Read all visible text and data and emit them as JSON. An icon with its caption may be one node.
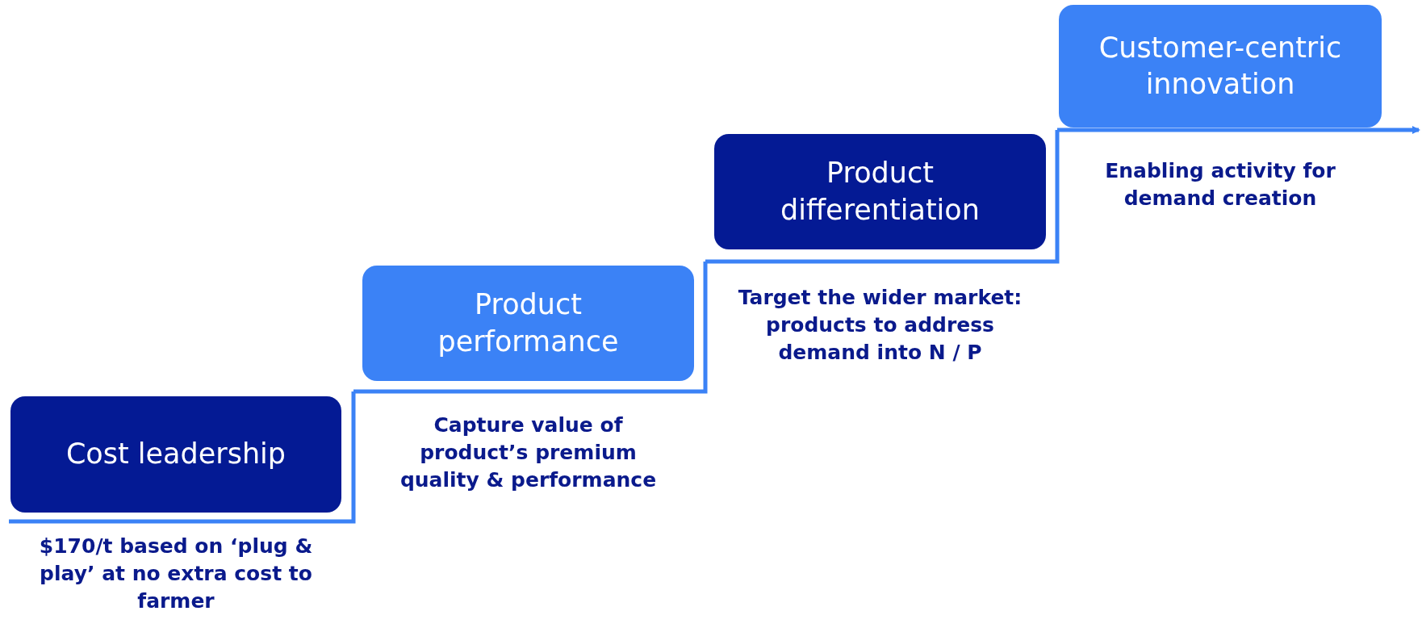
{
  "diagram": {
    "nodes": [
      {
        "text": [
          "Cost leadership"
        ],
        "beside": [
          "$170/t based on ‘plug & play’ at no extra cost to farmer"
        ]
      },
      {
        "text": [
          "Product performance"
        ],
        "beside": [
          "Capture value of product’s premium quality & performance"
        ]
      },
      {
        "text": [
          "Product differentiation"
        ],
        "beside": [
          "Target the wider market: products to address demand into N / P"
        ]
      },
      {
        "text": [
          "Customer-centric innovation"
        ],
        "beside": [
          "Enabling activity for demand creation"
        ]
      }
    ],
    "edges": [
      {
        "from": 0,
        "to": 1,
        "arrow": "none"
      },
      {
        "from": 1,
        "to": 2,
        "arrow": "none"
      },
      {
        "from": 2,
        "to": 3,
        "arrow": "none"
      },
      {
        "from": 3,
        "to": null,
        "arrow": "to"
      }
    ]
  }
}
